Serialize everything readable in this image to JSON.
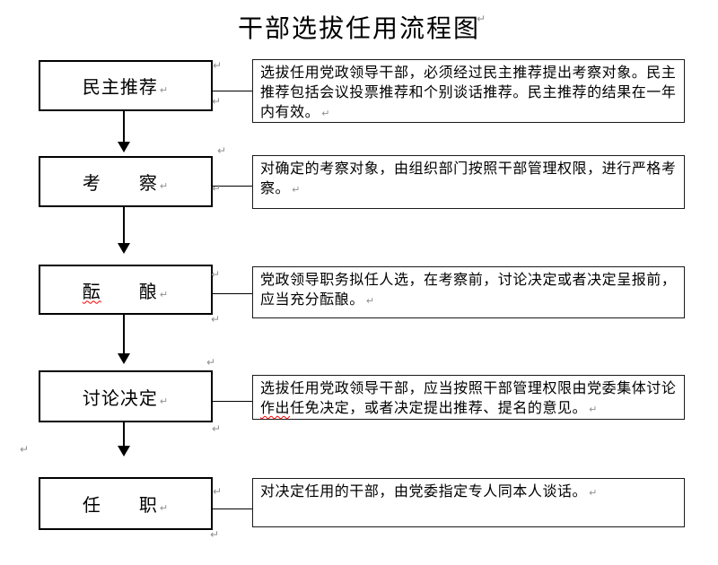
{
  "title": "干部选拔任用流程图",
  "marks": {
    "pilcrow": "↵"
  },
  "colors": {
    "box_border": "#000000",
    "spellcheck_underline": "#ff0000",
    "formatting_mark": "#8f8f8f"
  },
  "steps": [
    {
      "label_plain": "民主推荐",
      "desc_plain": "选拔任用党政领导干部，必须经过民主推荐提出考察对象。民主推荐包括会议投票推荐和个别谈话推荐。民主推荐的结果在一年内有效。"
    },
    {
      "label_plain": "考　　察",
      "desc_plain": "对确定的考察对象，由组织部门按照干部管理权限，进行严格考察。"
    },
    {
      "label_wavy": "酝",
      "label_rest": "　　酿",
      "desc_plain": "党政领导职务拟任人选，在考察前，讨论决定或者决定呈报前，应当充分酝酿。"
    },
    {
      "label_plain": "讨论决定",
      "desc_plain": "选拔任用党政领导干部，应当按照干部管理权限由党委集体讨论",
      "desc_wavy": "作出",
      "desc_rest": "任免决定，或者决定提出推荐、提名的意见。"
    },
    {
      "label_plain": "任　　职",
      "desc_plain": "对决定任用的干部，由党委指定专人同本人谈话。"
    }
  ]
}
